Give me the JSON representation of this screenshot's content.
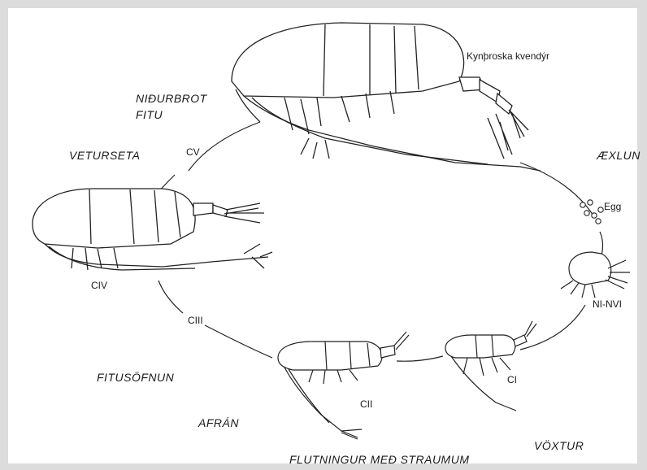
{
  "labels": {
    "kynthroska": "Kynþroska kvendýr",
    "nidurbrot_1": "NIÐURBROT",
    "nidurbrot_2": "FITU",
    "vetursets": "VETURSETA",
    "aexlun": "ÆXLUN",
    "egg": "Egg",
    "cv": "CV",
    "civ": "CIV",
    "ciii": "CIII",
    "cii": "CII",
    "ci": "CI",
    "nauplii": "NI-NVI",
    "fitusofnun": "FITUSÖFNUN",
    "afran": "AFRÁN",
    "voxtur": "VÖXTUR",
    "flutningur": "FLUTNINGUR MEÐ STRAUMUM"
  }
}
